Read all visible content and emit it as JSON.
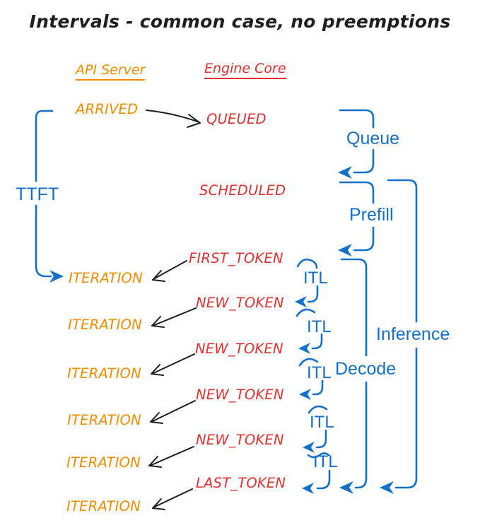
{
  "title": "Intervals - common case, no preemptions",
  "columns": {
    "api_server": "API Server",
    "engine_core": "Engine Core"
  },
  "events": {
    "arrived": "ARRIVED",
    "queued": "QUEUED",
    "scheduled": "SCHEDULED",
    "first_token": "FIRST_TOKEN",
    "new_token": "NEW_TOKEN",
    "last_token": "LAST_TOKEN",
    "iteration": "ITERATION"
  },
  "intervals": {
    "ttft": "TTFT",
    "queue": "Queue",
    "prefill": "Prefill",
    "itl": "ITL",
    "decode": "Decode",
    "inference": "Inference"
  },
  "colors": {
    "api_server_orange": "#f08c00",
    "engine_core_red": "#e03131",
    "interval_blue": "#1470c8",
    "text_black": "#1e1e1e",
    "background": "#ffffff"
  }
}
